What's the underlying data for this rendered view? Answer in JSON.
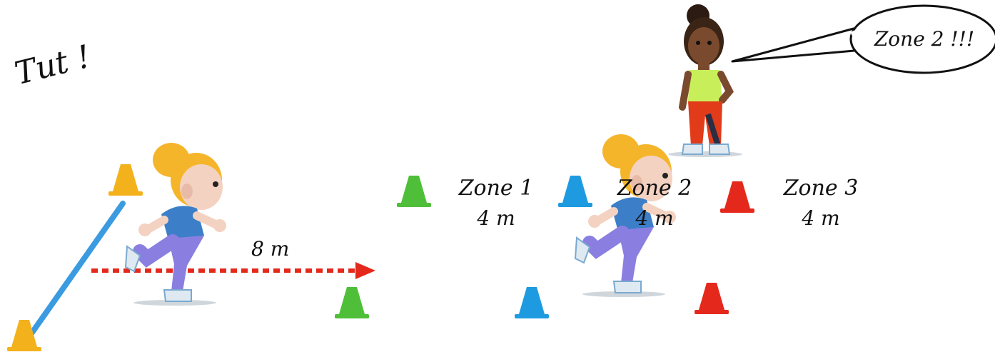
{
  "start_signal": "Tut !",
  "sprint_distance": "8 m",
  "zones": [
    {
      "name": "Zone 1",
      "length": "4 m",
      "cone_color": "#4fbf3a"
    },
    {
      "name": "Zone 2",
      "length": "4 m",
      "cone_color": "#1e9be0"
    },
    {
      "name": "Zone 3",
      "length": "4 m",
      "cone_color": "#e5281c"
    }
  ],
  "speech_bubble": "Zone 2 !!!",
  "colors": {
    "start_cone": "#f3b21b",
    "start_line": "#3a9be0",
    "arrow": "#e5281c",
    "runner_shirt": "#3c7fc8",
    "runner_pants": "#8a7fe0",
    "runner_hair": "#f5b52b",
    "coach_shirt": "#c8ef5a",
    "coach_pants": "#e23b1a"
  }
}
